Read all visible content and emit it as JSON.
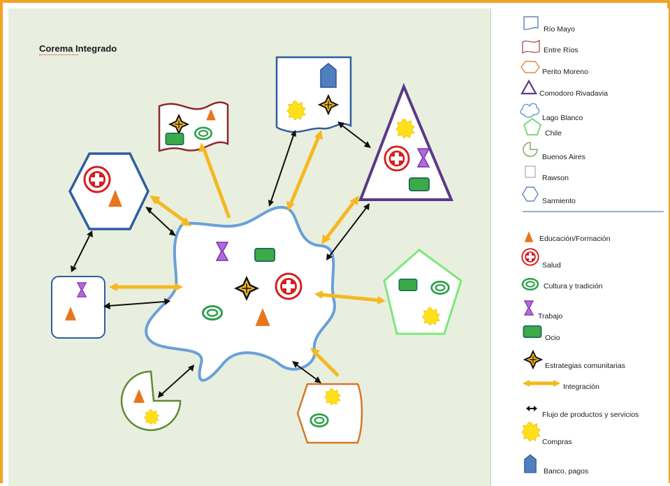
{
  "title": "Corema Integrado",
  "colors": {
    "frame": "#f2a324",
    "canvas_bg": "#e9efdf",
    "integration_arrow": "#f5b820",
    "flow_arrow": "#111111",
    "education": "#e8761c",
    "health": "#d42020",
    "culture": "#2aa048",
    "work": "#8a3fc0",
    "leisure": "#3daa4a",
    "purchases": "#ffe01a",
    "bank": "#3b6fb0"
  },
  "legend": {
    "places": [
      {
        "label": "Río Mayo",
        "icon": "rio-mayo-shape-icon"
      },
      {
        "label": "Entre Ríos",
        "icon": "entre-rios-flag-icon"
      },
      {
        "label": "Perito Moreno",
        "icon": "perito-moreno-octagon-icon"
      },
      {
        "label": "Comodoro Rivadavia",
        "icon": "comodoro-triangle-icon"
      },
      {
        "label": "Lago Blanco",
        "icon": "lago-blanco-cloud-icon"
      },
      {
        "label": "Chile",
        "icon": "chile-pentagon-icon"
      },
      {
        "label": "Buenos Aires",
        "icon": "buenos-aires-pie-icon"
      },
      {
        "label": "Rawson",
        "icon": "rawson-square-icon"
      },
      {
        "label": "Sarmiento",
        "icon": "sarmiento-hexagon-icon"
      }
    ],
    "services": [
      {
        "label": "Educación/Formación",
        "icon": "education-triangle-icon"
      },
      {
        "label": "Salud",
        "icon": "health-cross-icon"
      },
      {
        "label": "Cultura y tradición",
        "icon": "culture-ring-icon"
      },
      {
        "label": "Trabajo",
        "icon": "work-hourglass-icon"
      },
      {
        "label": "Ocio",
        "icon": "leisure-rectangle-icon"
      },
      {
        "label": "Estrategias comunitarias",
        "icon": "community-star-icon"
      },
      {
        "label": "Integración",
        "icon": "integration-arrow-icon"
      },
      {
        "label": "Flujo de productos y servicios",
        "icon": "flow-arrow-icon"
      },
      {
        "label": "Compras",
        "icon": "purchases-sun-icon"
      },
      {
        "label": "Banco, pagos",
        "icon": "bank-house-icon"
      }
    ]
  }
}
